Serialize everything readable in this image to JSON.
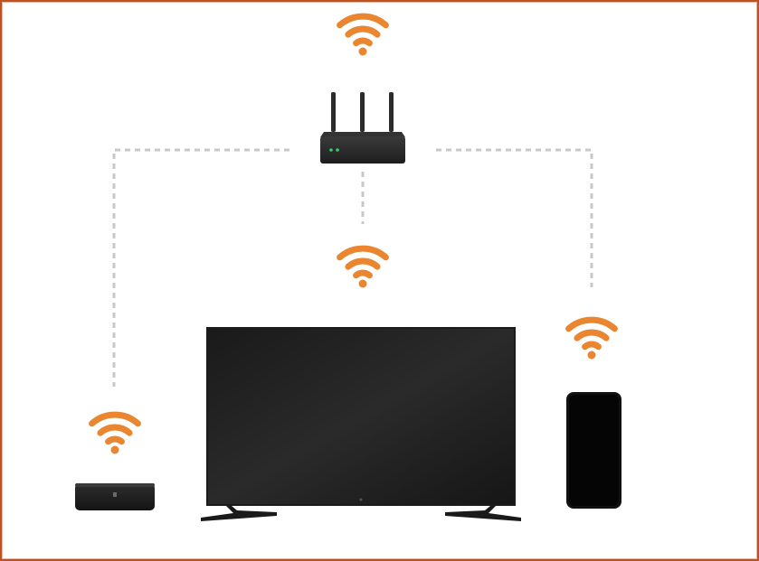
{
  "colors": {
    "frame_border": "#c0501f",
    "wifi": "#e9862f",
    "connection_line": "#c8c8c8",
    "device_body": "#1c1c1c",
    "router_led": "#2fd16a"
  },
  "icons": {
    "wifi": "wifi-signal-icon",
    "router": "router-icon",
    "tv": "television-icon",
    "set_top_box": "streaming-box-icon",
    "phone": "smartphone-icon"
  },
  "connections": {
    "style": "dashed",
    "links": [
      {
        "from": "router",
        "to": "set-top-box"
      },
      {
        "from": "router",
        "to": "television"
      },
      {
        "from": "router",
        "to": "smartphone"
      }
    ]
  }
}
